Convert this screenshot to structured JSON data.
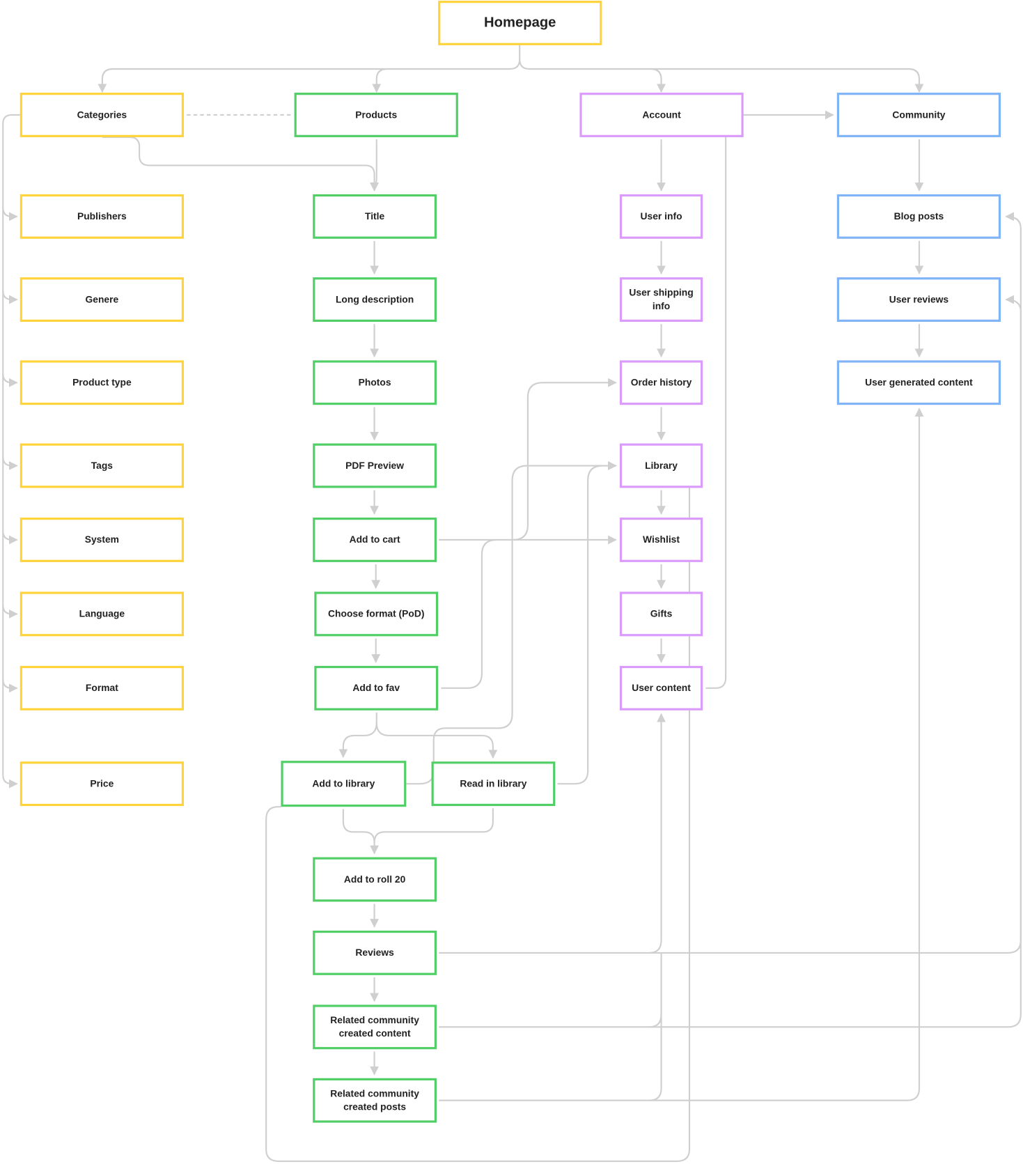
{
  "colors": {
    "categories": "#FFD43B",
    "products": "#51CF66",
    "account": "#DA9BFA",
    "community": "#80B4F6",
    "connector": "#cfcfcf"
  },
  "nodes": {
    "homepage": "Homepage",
    "categories": "Categories",
    "publishers": "Publishers",
    "genere": "Genere",
    "product_type": "Product type",
    "tags": "Tags",
    "system": "System",
    "language": "Language",
    "format": "Format",
    "price": "Price",
    "products": "Products",
    "title": "Title",
    "long_description": "Long description",
    "photos": "Photos",
    "pdf_preview": "PDF Preview",
    "add_to_cart": "Add to cart",
    "choose_format": "Choose format (PoD)",
    "add_to_fav": "Add to fav",
    "add_to_library": "Add to library",
    "read_in_library": "Read in library",
    "add_to_roll20": "Add to roll 20",
    "reviews": "Reviews",
    "related_content": "Related community created content",
    "related_posts": "Related community created posts",
    "account": "Account",
    "user_info": "User info",
    "user_shipping_info": "User shipping info",
    "order_history": "Order history",
    "library": "Library",
    "wishlist": "Wishlist",
    "gifts": "Gifts",
    "user_content": "User content",
    "community": "Community",
    "blog_posts": "Blog posts",
    "user_reviews": "User reviews",
    "user_generated_content": "User generated content"
  }
}
